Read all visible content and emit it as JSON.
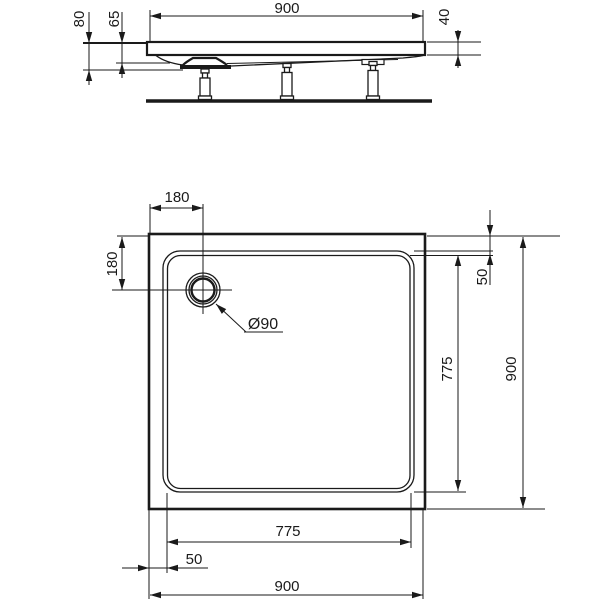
{
  "drawing": {
    "type": "technical-drawing-shower-tray",
    "colors": {
      "line": "#1a1a1a",
      "background": "#ffffff"
    },
    "side_view": {
      "overall_width": "900",
      "total_height": "80",
      "under_height": "65",
      "edge_height": "40"
    },
    "plan_view": {
      "drain_offset_top": "180",
      "drain_offset_left": "180",
      "drain_diameter": "Ø90",
      "rim_inset_top": "50",
      "inner_length_right": "775",
      "overall_height": "900",
      "inner_length_bottom": "775",
      "rim_inset_left": "50",
      "overall_width": "900"
    }
  }
}
